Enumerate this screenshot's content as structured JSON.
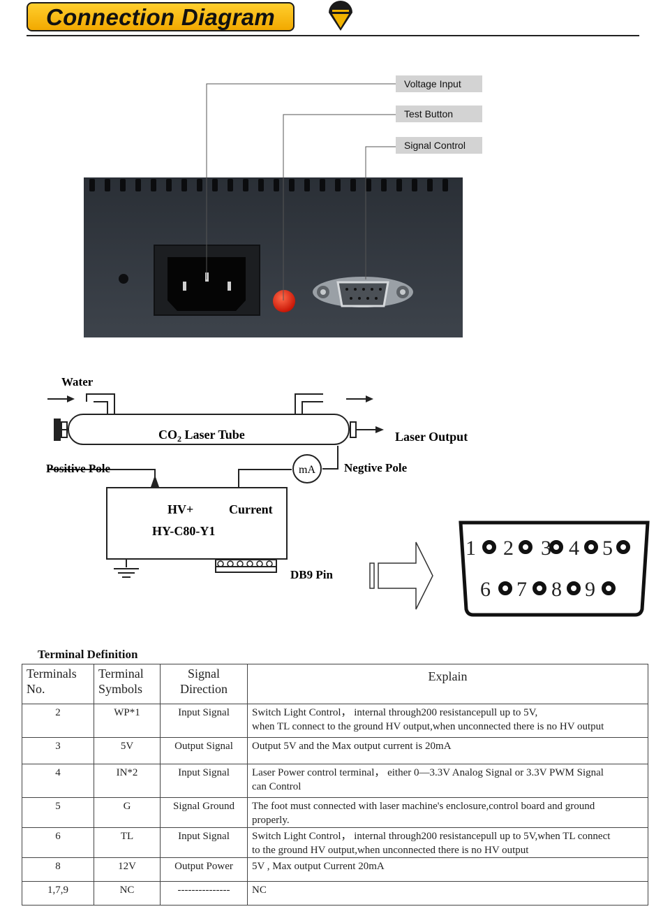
{
  "header": {
    "title": "Connection Diagram"
  },
  "callouts": {
    "voltage_input": "Voltage Input",
    "test_button": "Test Button",
    "signal_control": "Signal Control"
  },
  "diagram": {
    "water": "Water",
    "tube_label_co": "CO",
    "tube_label_sub": "2",
    "tube_label_rest": " Laser Tube",
    "laser_output": "Laser Output",
    "positive_pole": "Positive Pole",
    "negative_pole": "Negtive Pole",
    "meter": "mA",
    "hv_plus": "HV+",
    "current": "Current",
    "model": "HY-C80-Y1",
    "db9_pin": "DB9 Pin",
    "db9_top": [
      "1",
      "2",
      "3",
      "4",
      "5"
    ],
    "db9_bottom": [
      "6",
      "7",
      "8",
      "9"
    ]
  },
  "terminal": {
    "title": "Terminal Definition",
    "headers": {
      "no_1": "Terminals",
      "no_2": "No.",
      "sym_1": "Terminal",
      "sym_2": "Symbols",
      "dir_1": "Signal",
      "dir_2": "Direction",
      "explain": "Explain"
    },
    "rows": [
      {
        "no": "2",
        "symbol": "WP*1",
        "direction": "Input Signal",
        "explain_1": "Switch Light Control， internal through200 resistancepull up to 5V,",
        "explain_2": "when TL connect to the ground HV output,when unconnected there is no HV output"
      },
      {
        "no": "3",
        "symbol": "5V",
        "direction": "Output Signal",
        "explain_1": "Output 5V and the Max output current is 20mA",
        "explain_2": ""
      },
      {
        "no": "4",
        "symbol": "IN*2",
        "direction": "Input Signal",
        "explain_1": "Laser Power control terminal， either 0—3.3V Analog Signal or 3.3V PWM Signal",
        "explain_2": "can Control"
      },
      {
        "no": "5",
        "symbol": "G",
        "direction": "Signal Ground",
        "explain_1": "The foot must connected with laser machine's enclosure,control board and ground",
        "explain_2": "properly."
      },
      {
        "no": "6",
        "symbol": "TL",
        "direction": "Input Signal",
        "explain_1": "Switch Light Control， internal through200 resistancepull up to 5V,when TL connect",
        "explain_2": "to the ground HV output,when unconnected there is no HV output"
      },
      {
        "no": "8",
        "symbol": "12V",
        "direction": "Output Power",
        "explain_1": "5V , Max output Current 20mA",
        "explain_2": ""
      },
      {
        "no": "1,7,9",
        "symbol": "NC",
        "direction": "---------------",
        "explain_1": "NC",
        "explain_2": ""
      }
    ]
  }
}
